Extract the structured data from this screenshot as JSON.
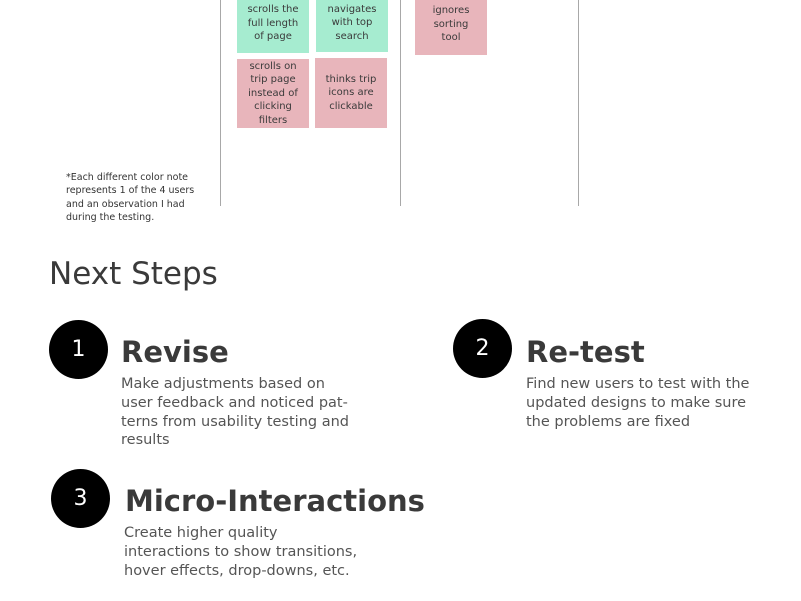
{
  "affinity_board": {
    "notes": [
      {
        "lines": [
          "scrolls the",
          "full length",
          "of page"
        ],
        "color": "#a6ecd0"
      },
      {
        "lines": [
          "navigates",
          "with top search"
        ],
        "color": "#a6ecd0"
      },
      {
        "lines": [
          "ignores sorting",
          "tool"
        ],
        "color": "#e8b5bb"
      },
      {
        "lines": [
          "scrolls on",
          "trip page",
          "instead of",
          "clicking filters"
        ],
        "color": "#e8b5bb"
      },
      {
        "lines": [
          "thinks trip",
          "icons are",
          "clickable"
        ],
        "color": "#e8b5bb"
      }
    ],
    "footnote": "*Each different color note represents 1 of the 4 users and an observation I had during the testing."
  },
  "next_steps": {
    "title": "Next Steps",
    "steps": [
      {
        "number": "1",
        "title": "Revise",
        "desc_lines": [
          "Make adjustments based on",
          "user feedback and noticed pat-",
          "terns from usability testing and",
          "results"
        ]
      },
      {
        "number": "2",
        "title": "Re-test",
        "desc_lines": [
          "Find new users to test with the",
          "updated designs to make sure",
          "the problems are fixed"
        ]
      },
      {
        "number": "3",
        "title": "Micro-Interactions",
        "desc_lines": [
          "Create higher quality",
          "interactions to show transitions,",
          "hover effects, drop-downs, etc."
        ]
      }
    ]
  }
}
